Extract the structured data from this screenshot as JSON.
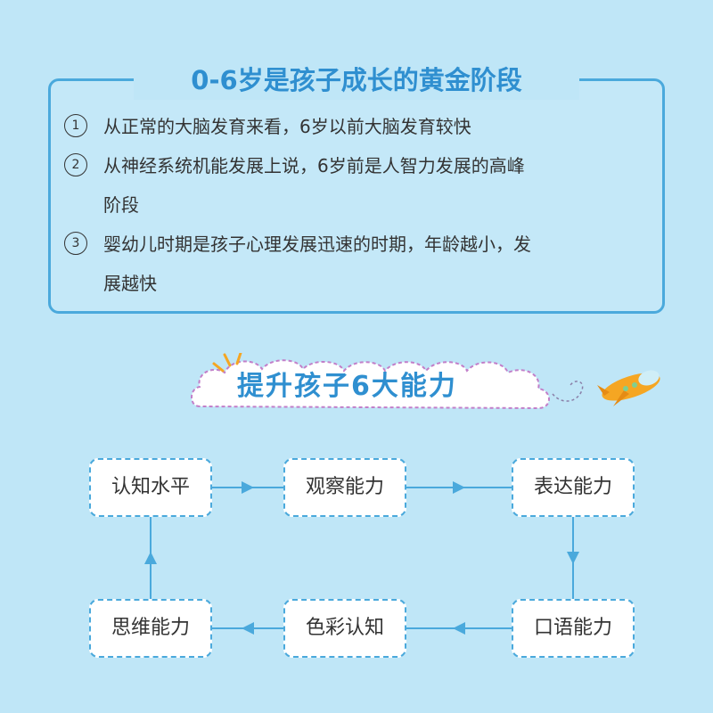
{
  "header": {
    "title": "0-6岁是孩子成长的黄金阶段",
    "items": [
      {
        "num": "1",
        "lines": [
          "从正常的大脑发育来看，6岁以前大脑发育较快"
        ]
      },
      {
        "num": "2",
        "lines": [
          "从神经系统机能发展上说，6岁前是人智力发展的高峰",
          "阶段"
        ]
      },
      {
        "num": "3",
        "lines": [
          "婴幼儿时期是孩子心理发展迅速的时期，年龄越小，发",
          "展越快"
        ]
      }
    ]
  },
  "banner": {
    "title": "提升孩子6大能力"
  },
  "diagram": {
    "nodes": [
      {
        "id": "n1",
        "label": "认知水平"
      },
      {
        "id": "n2",
        "label": "观察能力"
      },
      {
        "id": "n3",
        "label": "表达能力"
      },
      {
        "id": "n4",
        "label": "口语能力"
      },
      {
        "id": "n5",
        "label": "色彩认知"
      },
      {
        "id": "n6",
        "label": "思维能力"
      }
    ],
    "edges": [
      {
        "from": "n1",
        "to": "n2"
      },
      {
        "from": "n2",
        "to": "n3"
      },
      {
        "from": "n3",
        "to": "n4"
      },
      {
        "from": "n4",
        "to": "n5"
      },
      {
        "from": "n5",
        "to": "n6"
      },
      {
        "from": "n6",
        "to": "n1"
      }
    ]
  },
  "colors": {
    "accent": "#2f8fd0",
    "border": "#4aa9dc",
    "background": "#bfe6f7",
    "plane": "#f5a623"
  }
}
